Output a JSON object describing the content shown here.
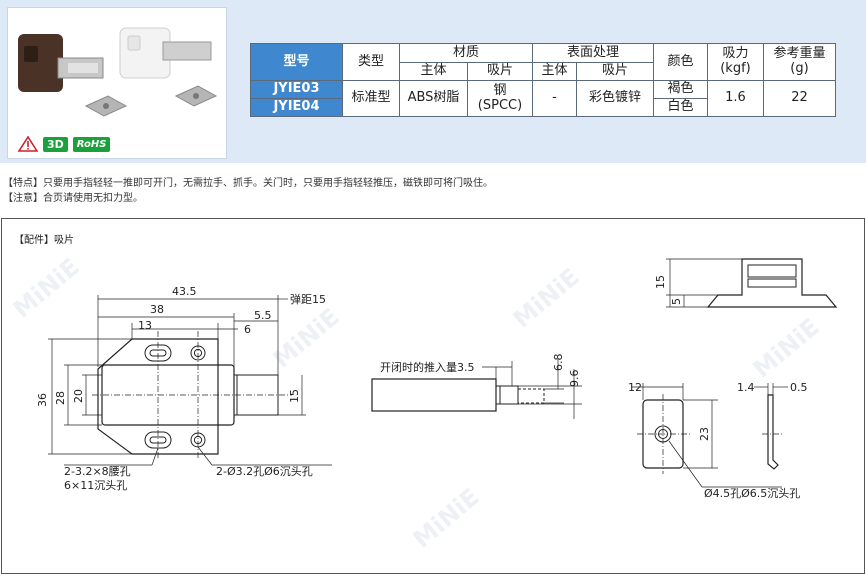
{
  "table": {
    "headers": {
      "model": "型号",
      "type": "类型",
      "material": "材质",
      "material_body": "主体",
      "material_plate": "吸片",
      "surface": "表面处理",
      "surface_body": "主体",
      "surface_plate": "吸片",
      "color": "颜色",
      "force": "吸力",
      "force_unit": "(kgf)",
      "weight": "参考重量",
      "weight_unit": "(g)"
    },
    "models": [
      "JYIE03",
      "JYIE04"
    ],
    "type": "标准型",
    "material_body": "ABS树脂",
    "material_plate_1": "钢",
    "material_plate_2": "(SPCC)",
    "surface_body": "-",
    "surface_plate": "彩色镀锌",
    "colors": [
      "褐色",
      "白色"
    ],
    "force": "1.6",
    "weight": "22"
  },
  "badges": {
    "d3": "3D",
    "rohs": "RoHS"
  },
  "notes": {
    "feature": "【特点】只要用手指轻轻一推即可开门，无需拉手、抓手。关门时，只要用手指轻轻推压，磁铁即可将门吸住。",
    "caution": "【注意】合页请使用无扣力型。"
  },
  "drawing": {
    "accessory_label": "【配件】吸片",
    "dims": {
      "d43_5": "43.5",
      "d38": "38",
      "d13": "13",
      "d6": "6",
      "d5_5": "5.5",
      "spring": "弹距15",
      "d36": "36",
      "d28": "28",
      "d20": "20",
      "d15": "15",
      "slot_hole": "2-3.2×8腰孔",
      "slot_csk": "6×11沉头孔",
      "round_hole": "2-Ø3.2孔Ø6沉头孔",
      "push": "开闭时的推入量3.5",
      "d6_8": "6.8",
      "d9_6": "9.6",
      "top15": "15",
      "top5": "5",
      "d12": "12",
      "d23": "23",
      "d1_4": "1.4",
      "d0_5": "0.5",
      "plate_hole": "Ø4.5孔Ø6.5沉头孔"
    },
    "watermark": "MiNiE"
  }
}
